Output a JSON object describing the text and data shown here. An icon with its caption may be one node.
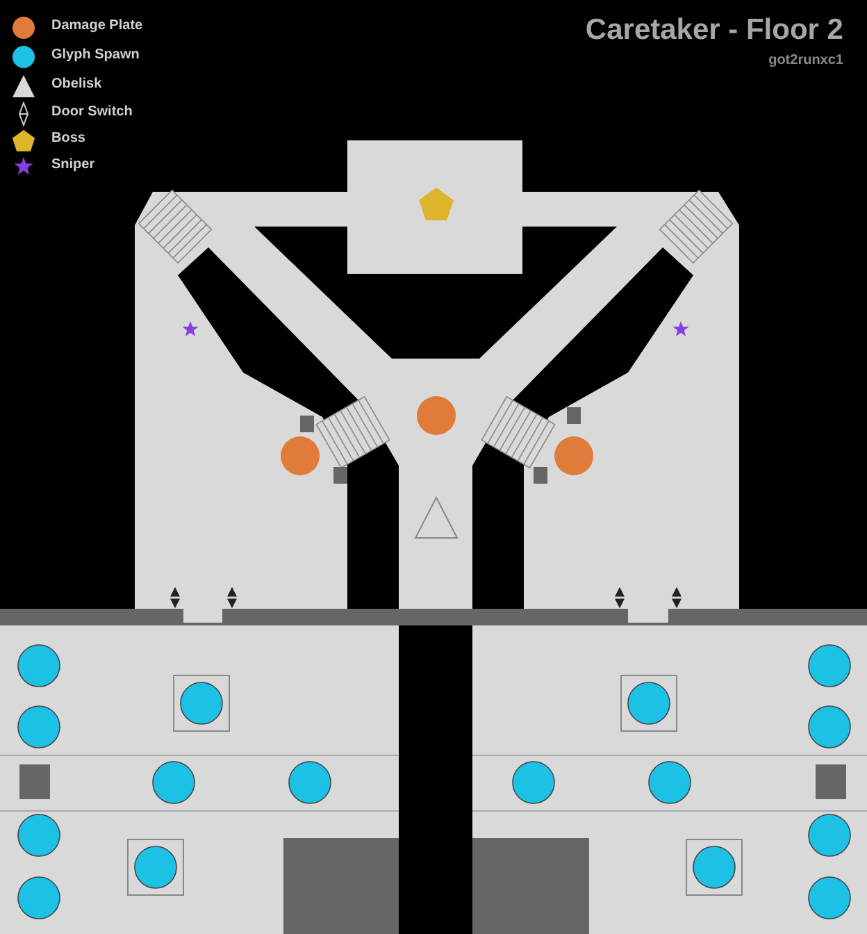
{
  "diagram": {
    "title": "Caretaker - Floor 2",
    "labels": [
      "got2runxc1"
    ],
    "legend": [
      {
        "text": "Damage Plate"
      },
      {
        "text": "Glyph Spawn"
      },
      {
        "text": "Obelisk"
      },
      {
        "text": "Door Switch"
      },
      {
        "text": "Boss"
      },
      {
        "text": "Sniper"
      }
    ]
  }
}
